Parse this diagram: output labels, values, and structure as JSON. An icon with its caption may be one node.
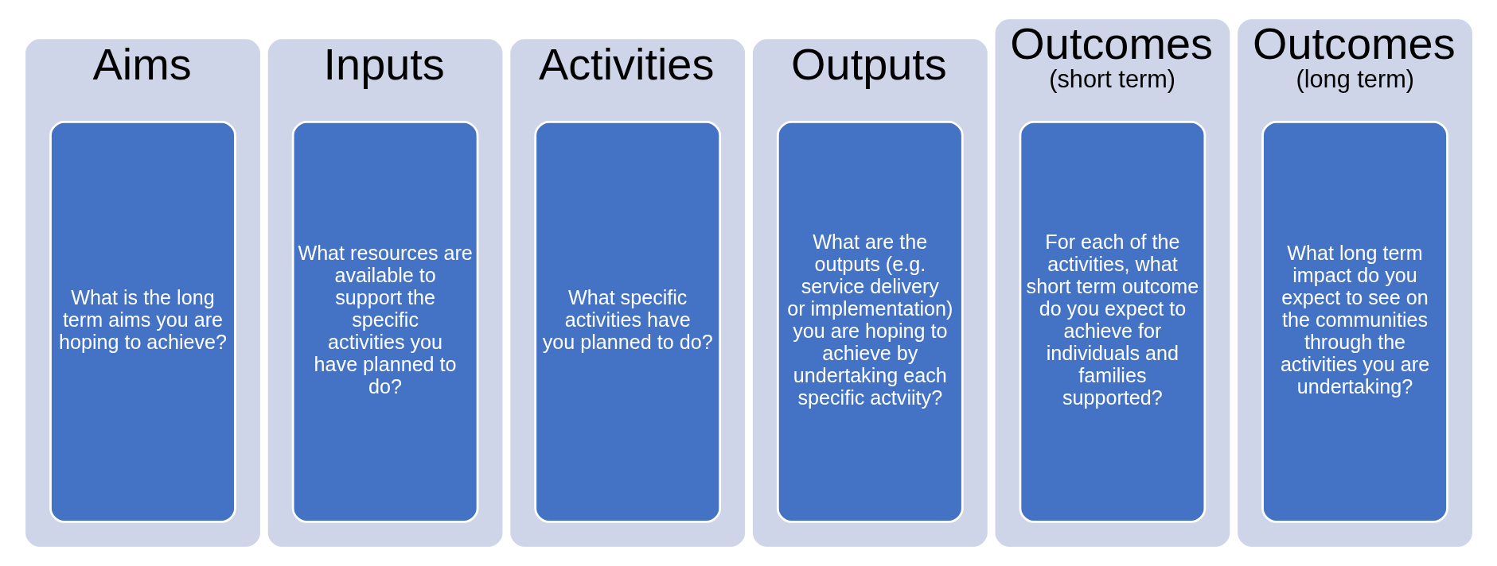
{
  "diagram": {
    "nodes": [
      {
        "text": [
          "Aims"
        ]
      },
      {
        "text": [
          "What is the long term aims you are hoping to achieve?"
        ],
        "in": 0
      },
      {
        "text": [
          "Inputs"
        ]
      },
      {
        "text": [
          "What resources are available to support the specific activities you have planned to do?"
        ],
        "in": 2
      },
      {
        "text": [
          "Activities"
        ]
      },
      {
        "text": [
          "What specific activities have you planned to do?"
        ],
        "in": 4
      },
      {
        "text": [
          "Outputs"
        ]
      },
      {
        "text": [
          "What are the outputs (e.g. service delivery or implementation) you are hoping to achieve by undertaking each specific actviity?"
        ],
        "in": 6
      },
      {
        "text": [
          "Outcomes",
          "(short term)"
        ]
      },
      {
        "text": [
          "For each of the activities, what short term outcome do you expect to achieve for individuals and families supported?"
        ],
        "in": 8
      },
      {
        "text": [
          "Outcomes",
          "(long term)"
        ]
      },
      {
        "text": [
          "What long term impact do you expect to see on the communities through the activities you are undertaking?"
        ],
        "in": 10
      }
    ]
  }
}
